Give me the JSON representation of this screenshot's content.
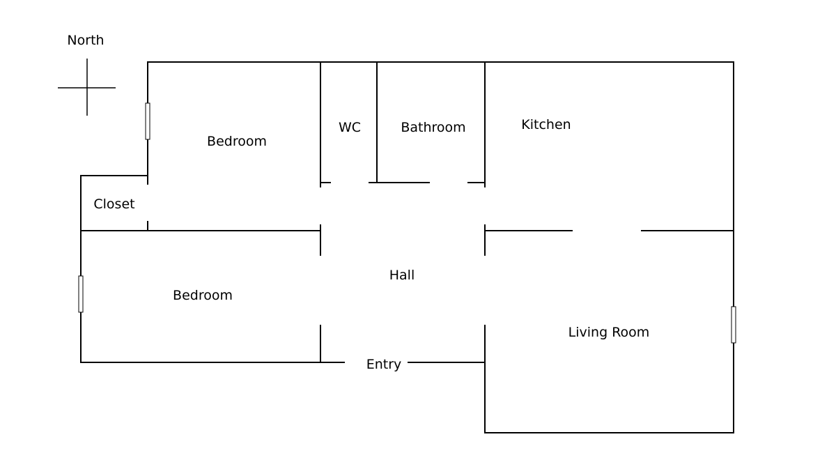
{
  "compass": {
    "label": "North"
  },
  "rooms": {
    "bedroom_upper": "Bedroom",
    "wc": "WC",
    "bathroom": "Bathroom",
    "kitchen": "Kitchen",
    "closet": "Closet",
    "bedroom_lower": "Bedroom",
    "hall": "Hall",
    "living_room": "Living Room",
    "entry": "Entry"
  },
  "colors": {
    "lines": "#000000",
    "background": "#ffffff"
  }
}
